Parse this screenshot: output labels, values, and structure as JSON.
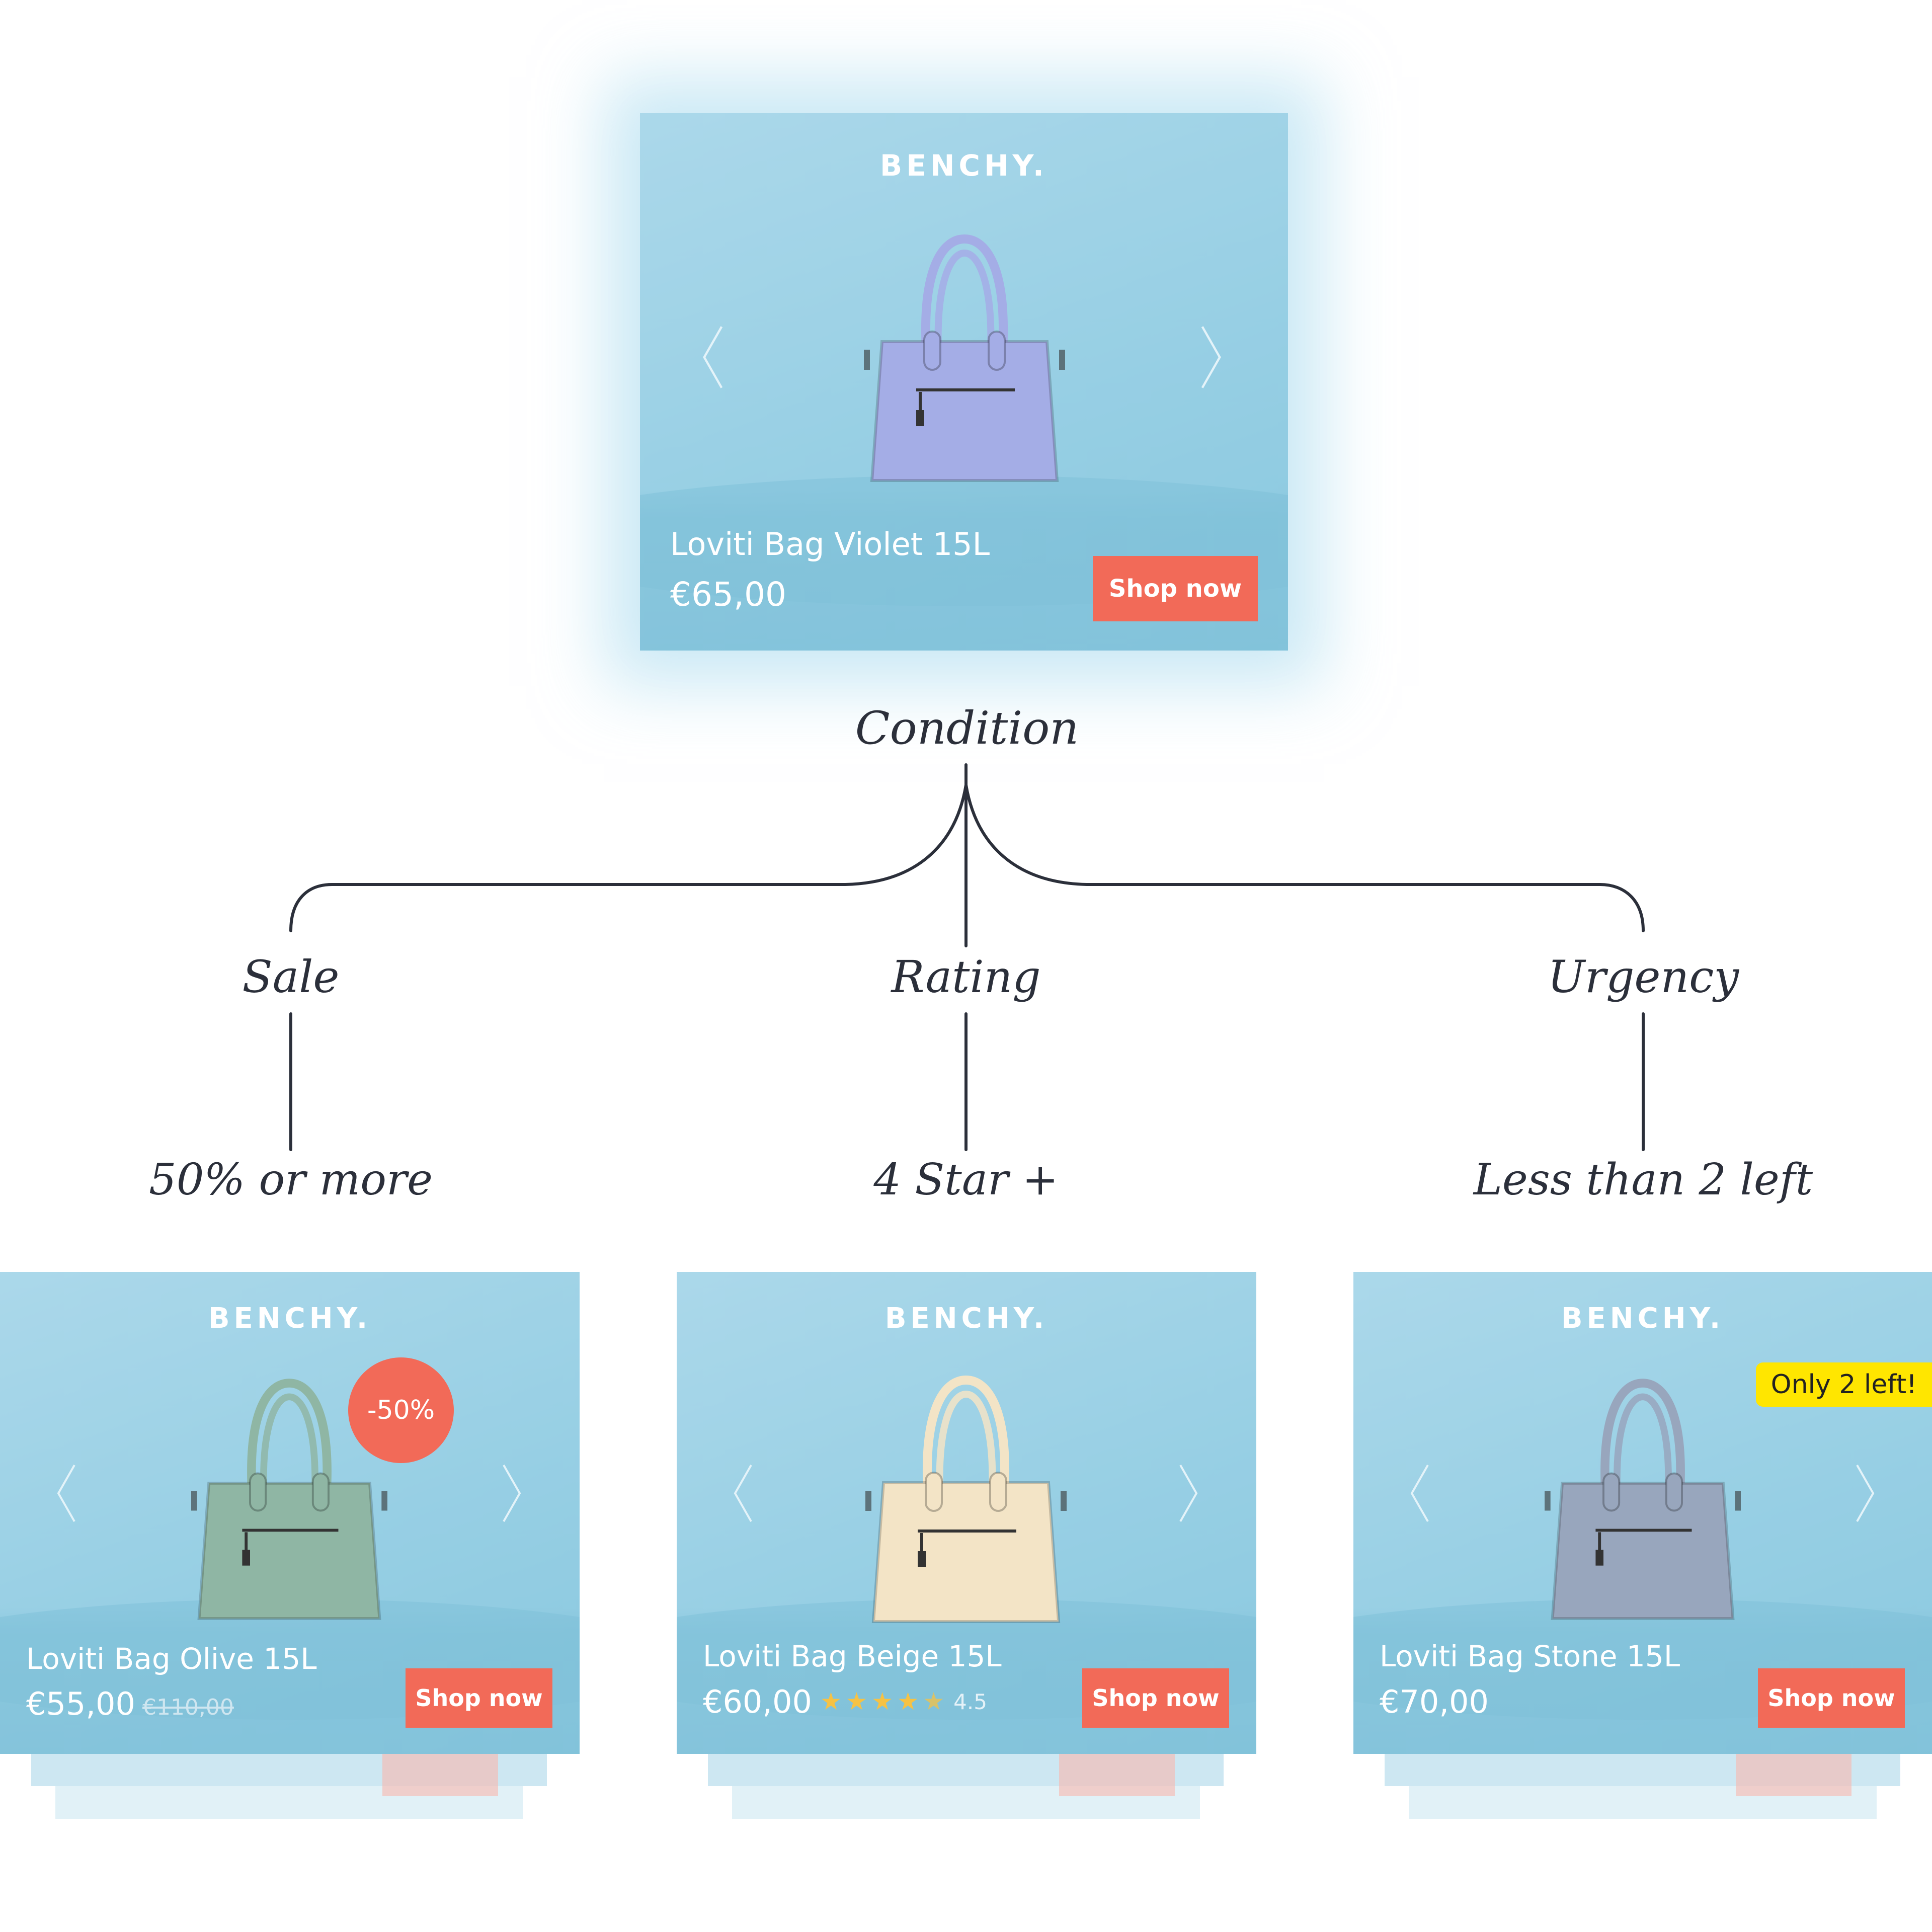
{
  "condition_label": "Condition",
  "branches": [
    {
      "label": "Sale",
      "criterion": "50% or more"
    },
    {
      "label": "Rating",
      "criterion": "4 Star +"
    },
    {
      "label": "Urgency",
      "criterion": "Less than 2 left"
    }
  ],
  "main_card": {
    "brand": "BENCHY.",
    "product_name": "Loviti Bag Violet 15L",
    "price": "€65,00",
    "button_label": "Shop now",
    "bag_color": "#a4ade6"
  },
  "cards": [
    {
      "brand": "BENCHY.",
      "product_name": "Loviti Bag Olive 15L",
      "price": "€55,00",
      "old_price": "€110,00",
      "badge": "-50%",
      "button_label": "Shop now",
      "bag_color": "#8fb6a4"
    },
    {
      "brand": "BENCHY.",
      "product_name": "Loviti Bag Beige 15L",
      "price": "€60,00",
      "rating": "4.5",
      "rating_stars": 4.5,
      "button_label": "Shop now",
      "bag_color": "#f3e4c6"
    },
    {
      "brand": "BENCHY.",
      "product_name": "Loviti Bag Stone 15L",
      "price": "€70,00",
      "badge": "Only 2 left!",
      "button_label": "Shop now",
      "bag_color": "#98a6bd"
    }
  ],
  "colors": {
    "card_bg": "#97cfe4",
    "button": "#f26a58",
    "urgency_badge": "#ffe600",
    "star": "#f6c244",
    "line": "#2b2f3a"
  }
}
